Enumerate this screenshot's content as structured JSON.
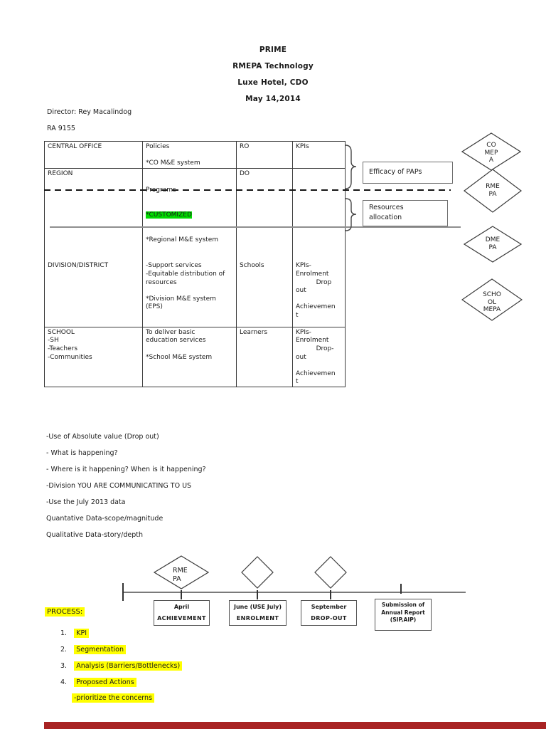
{
  "colors": {
    "highlight_green": "#00dd00",
    "highlight_yellow": "#ffff00",
    "footer_red": "#a82323"
  },
  "header": {
    "line1": "PRIME",
    "line2": "RMEPA Technology",
    "line3": "Luxe Hotel, CDO",
    "line4": "May 14,2014"
  },
  "meta": {
    "director": "Director: Rey Macalindog",
    "ra": "RA 9155"
  },
  "org_table": {
    "r1": {
      "c1": "CENTRAL OFFICE",
      "c2": "Policies\n\n*CO M&E system",
      "c3": "RO",
      "c4": "KPIs"
    },
    "r2": {
      "c1": "REGION",
      "c2a": "Programs",
      "c2b": "*CUSTOMIZED",
      "c2c": "*Regional M&E system",
      "c3": "DO",
      "c4": ""
    },
    "r3": {
      "c1": "DIVISION/DISTRICT",
      "c2": "-Support services\n-Equitable distribution of\nresources\n\n*Division M&E system\n(EPS)",
      "c3": "Schools",
      "c4": "KPIs-\nEnrolment\n          Drop\nout\n\nAchievemen\nt"
    },
    "r4": {
      "c1": "SCHOOL\n-SH\n-Teachers\n-Communities",
      "c2": "To deliver basic\neducation services\n\n*School M&E system",
      "c3": "Learners",
      "c4": "KPIs-\nEnrolment\n          Drop-\nout\n\nAchievemen\nt"
    }
  },
  "callouts": {
    "efficacy": "Efficacy of PAPs",
    "resources": "Resources\nallocation"
  },
  "side_diamonds": {
    "d1": "CO\nMEP\nA",
    "d2": "RME\nPA",
    "d3": "DME\nPA",
    "d4": "SCHO\nOL\nMEPA"
  },
  "notes": [
    "-Use of Absolute value (Drop out)",
    "- What is happening?",
    "- Where is it happening? When is it happening?",
    "-Division YOU ARE COMMUNICATING TO US",
    "-Use the July 2013 data",
    "Quantative Data-scope/magnitude",
    "Qualitative Data-story/depth"
  ],
  "timeline": {
    "diamond1_label": "RME\nPA",
    "box1": {
      "month": "April",
      "kpi": "ACHIEVEMENT"
    },
    "box2": {
      "month": "June (USE July)",
      "kpi": "ENROLMENT"
    },
    "box3": {
      "month": "September",
      "kpi": "DROP-OUT"
    },
    "box4": {
      "lines": "Submission of\nAnnual Report\n(SIP,AIP)"
    }
  },
  "process": {
    "label": "PROCESS:",
    "n1": "1.",
    "i1": "KPI",
    "n2": "2.",
    "i2": "Segmentation",
    "n3": "3.",
    "i3": "Analysis (Barriers/Bottlenecks)",
    "n4": "4.",
    "i4": "Proposed Actions",
    "sub": "-prioritize the concerns"
  }
}
